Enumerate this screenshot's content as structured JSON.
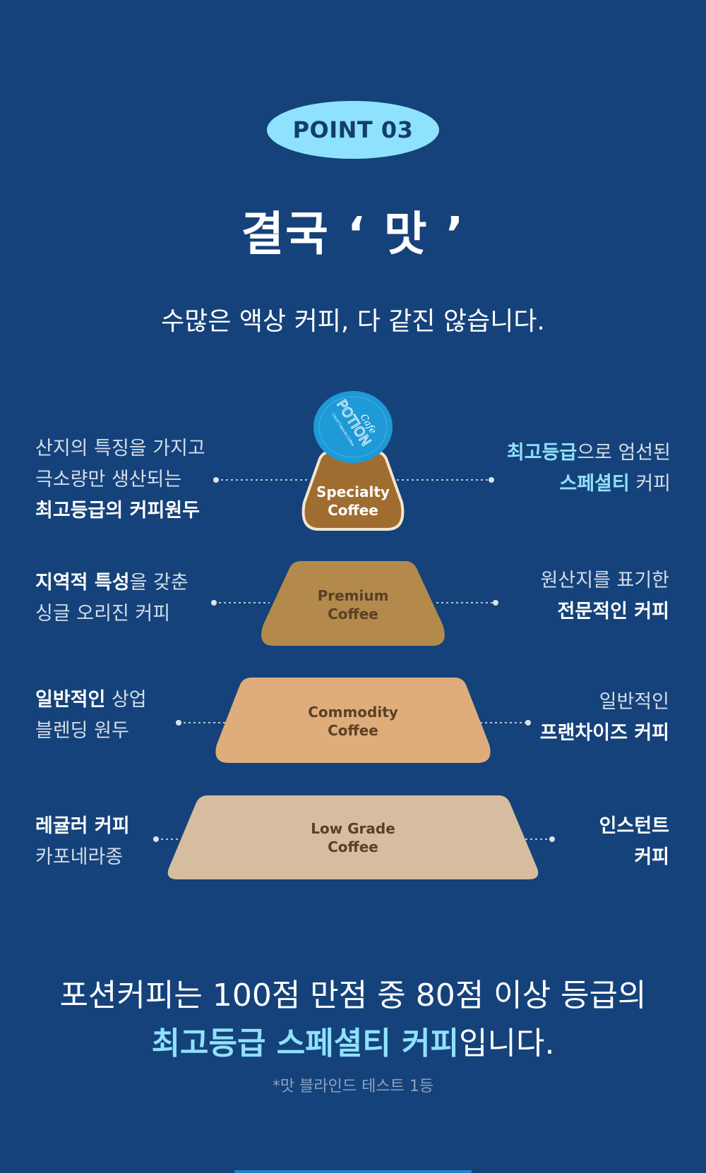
{
  "badge": {
    "label": "POINT 03"
  },
  "title": "결국 ‘ 맛 ’",
  "subtitle": "수많은 액상 커피, 다 같진 않습니다.",
  "capsule": {
    "brand": "POTION",
    "script": "Cafe",
    "fine_print": "Liquid Capsule Coffee"
  },
  "tiers": [
    {
      "id": "specialty",
      "label_line1": "Specialty",
      "label_line2": "Coffee",
      "fill": "#a06d30",
      "label_color": "#ffffff",
      "left": {
        "line1_normal": "산지의 특징을 가지고",
        "line2_normal": "극소량만 생산되는",
        "line3_bold": "최고등급의 커피원두"
      },
      "right": {
        "line1_accent": "최고등급",
        "line1_normal": "으로 엄선된",
        "line2_accent": "스페셜티",
        "line2_normal": " 커피"
      }
    },
    {
      "id": "premium",
      "label_line1": "Premium",
      "label_line2": "Coffee",
      "fill": "#b38a4c",
      "label_color": "#5a4026",
      "left": {
        "line1_bold": "지역적 특성",
        "line1_normal": "을 갖춘",
        "line2_normal": "싱글 오리진 커피"
      },
      "right": {
        "line1_normal": "원산지를 표기한",
        "line2_bold": "전문적인 커피"
      }
    },
    {
      "id": "commodity",
      "label_line1": "Commodity",
      "label_line2": "Coffee",
      "fill": "#dfad7b",
      "label_color": "#5a4026",
      "left": {
        "line1_bold": "일반적인",
        "line1_normal": " 상업",
        "line2_normal": "블렌딩 원두"
      },
      "right": {
        "line1_normal": "일반적인",
        "line2_bold": "프랜차이즈 커피"
      }
    },
    {
      "id": "lowgrade",
      "label_line1": "Low Grade",
      "label_line2": "Coffee",
      "fill": "#d6bd9f",
      "label_color": "#5a4026",
      "left": {
        "line1_bold": "레귤러 커피",
        "line2_normal": "카포네라종"
      },
      "right": {
        "line1_bold": "인스턴트",
        "line2_bold": "커피"
      }
    }
  ],
  "bottom": {
    "line1": "포션커피는 100점 만점 중 80점 이상 등급의",
    "line2_accent": "최고등급 스페셜티 커피",
    "line2_normal": "입니다.",
    "footnote": "*맛 블라인드 테스트 1등"
  },
  "colors": {
    "background": "#15427a",
    "accent": "#8fe2fd",
    "capsule": "#1e9ad6"
  }
}
